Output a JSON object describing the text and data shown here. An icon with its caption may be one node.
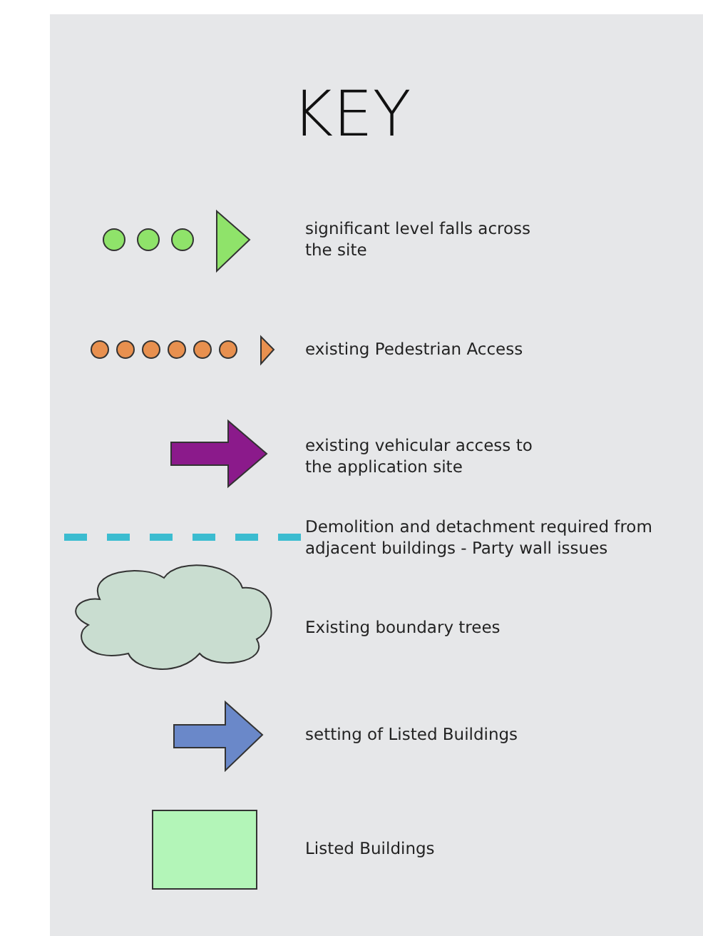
{
  "diagram": {
    "title": "KEY",
    "legend": [
      {
        "text": "significant level falls across the site"
      },
      {
        "text": "existing Pedestrian Access"
      },
      {
        "text": "existing vehicular access to the application site"
      },
      {
        "text": "Demolition and detachment required from adjacent buildings - Party wall issues"
      },
      {
        "text": "Existing boundary trees"
      },
      {
        "text": "setting of Listed Buildings"
      },
      {
        "text": "Listed Buildings",
        "color": "#b3f5b8"
      }
    ]
  }
}
